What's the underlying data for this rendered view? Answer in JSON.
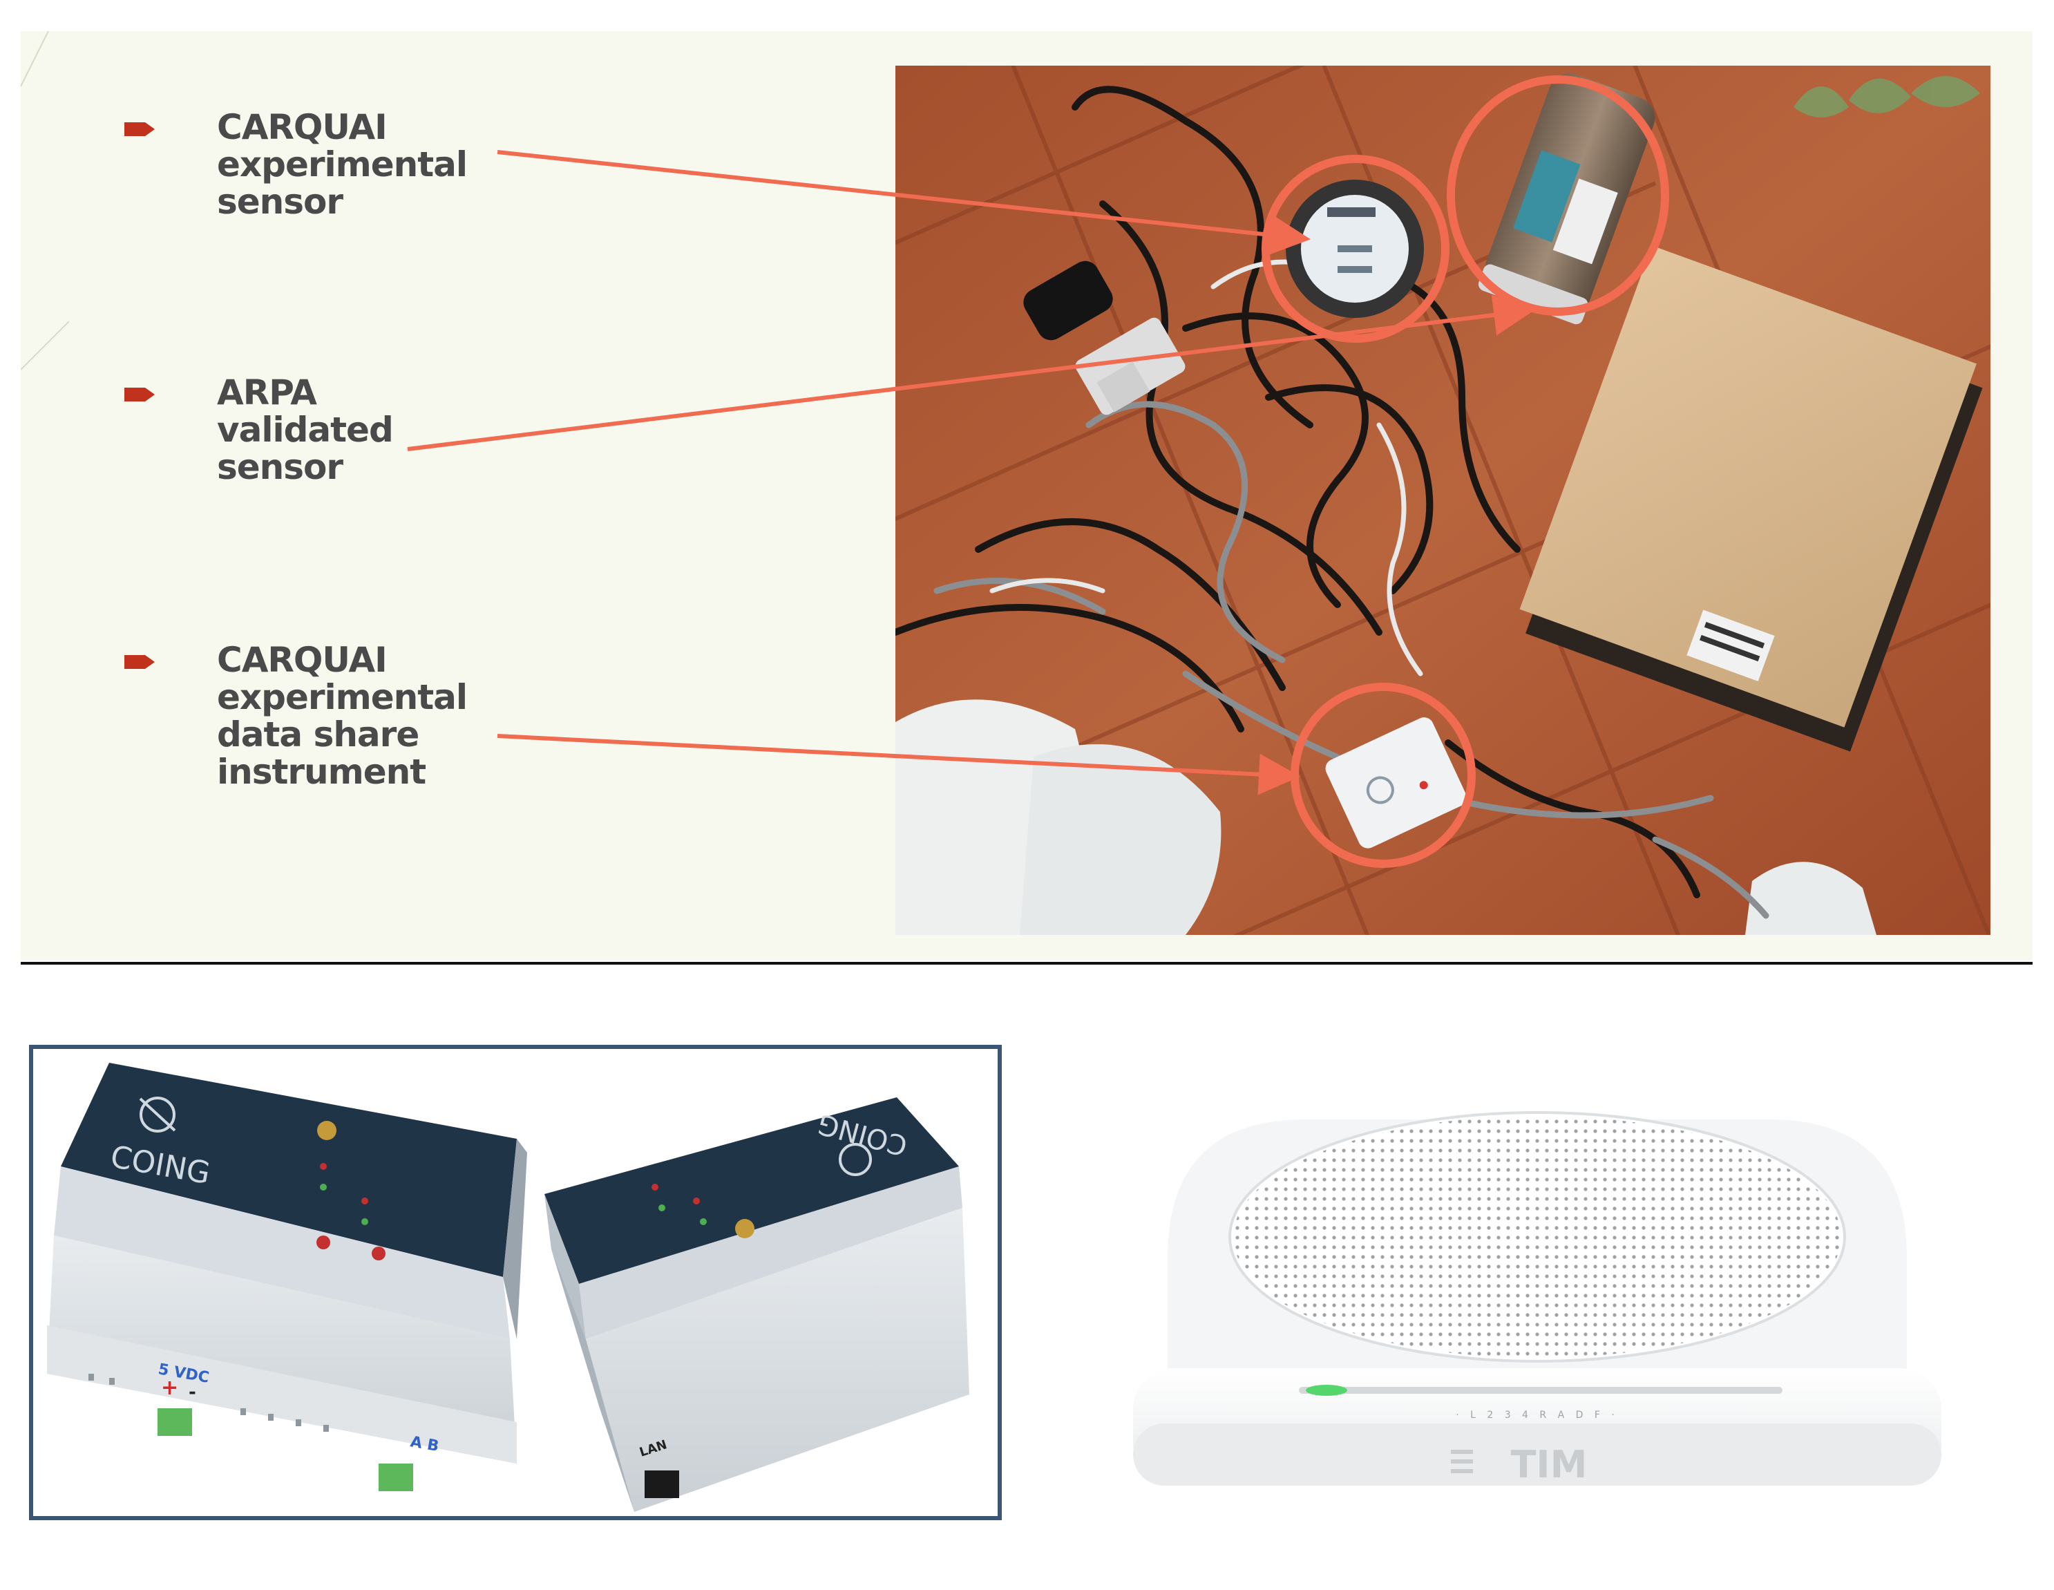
{
  "labels": [
    {
      "lines": [
        "CARQUAI",
        "experimental",
        "sensor"
      ]
    },
    {
      "lines": [
        "ARPA",
        "validated",
        "sensor"
      ]
    },
    {
      "lines": [
        "CARQUAI",
        "experimental",
        "data share",
        "instrument"
      ]
    }
  ],
  "devices": {
    "coing_brand": "COING",
    "coing_brand_rotated": "COING",
    "power_label": "5 VDC",
    "power_plus": "+",
    "power_minus": "-",
    "bus_label": "A  B",
    "lan_label": "LAN",
    "router_brand": "TIM",
    "router_leds": "·  L  2  3  4  R  A  D  F  ·"
  },
  "colors": {
    "annotation": "#f06b4f",
    "bullet": "#c0321b",
    "frame": "#3b5675",
    "label_text": "#4a4a4a"
  },
  "icons": {
    "bullet": "arrow-bullet-icon"
  }
}
